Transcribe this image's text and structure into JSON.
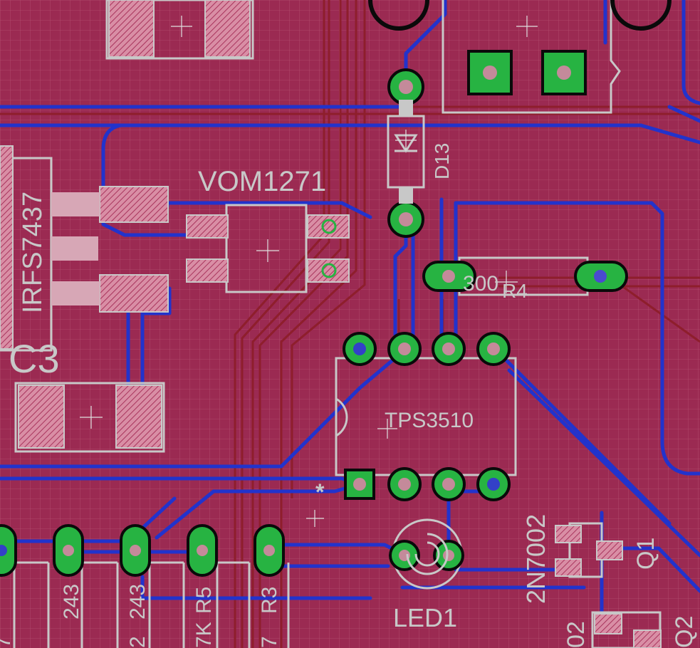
{
  "colors": {
    "board": "#9b2a52",
    "top_copper": "#2233cc",
    "bottom_copper": "#8e1e2c",
    "silkscreen": "#c8c8c8",
    "pad": "#27b342"
  },
  "components": {
    "vom": "VOM1271",
    "irfs": "IRFS7437",
    "c3": "C3",
    "d13": "D13",
    "r4_value": "300",
    "r4": "R4",
    "tps": "TPS3510",
    "led": "LED1",
    "n7002": "2N7002",
    "q1": "Q1",
    "q2": "Q2",
    "q2_partial": "02",
    "r5": "R5",
    "r3": "R3",
    "r5_value": "7K",
    "val_243a": "243",
    "val_243b": "243",
    "val_243c": "2",
    "val_7a": "7",
    "val_7b": "7",
    "pin1_marker": "*"
  }
}
